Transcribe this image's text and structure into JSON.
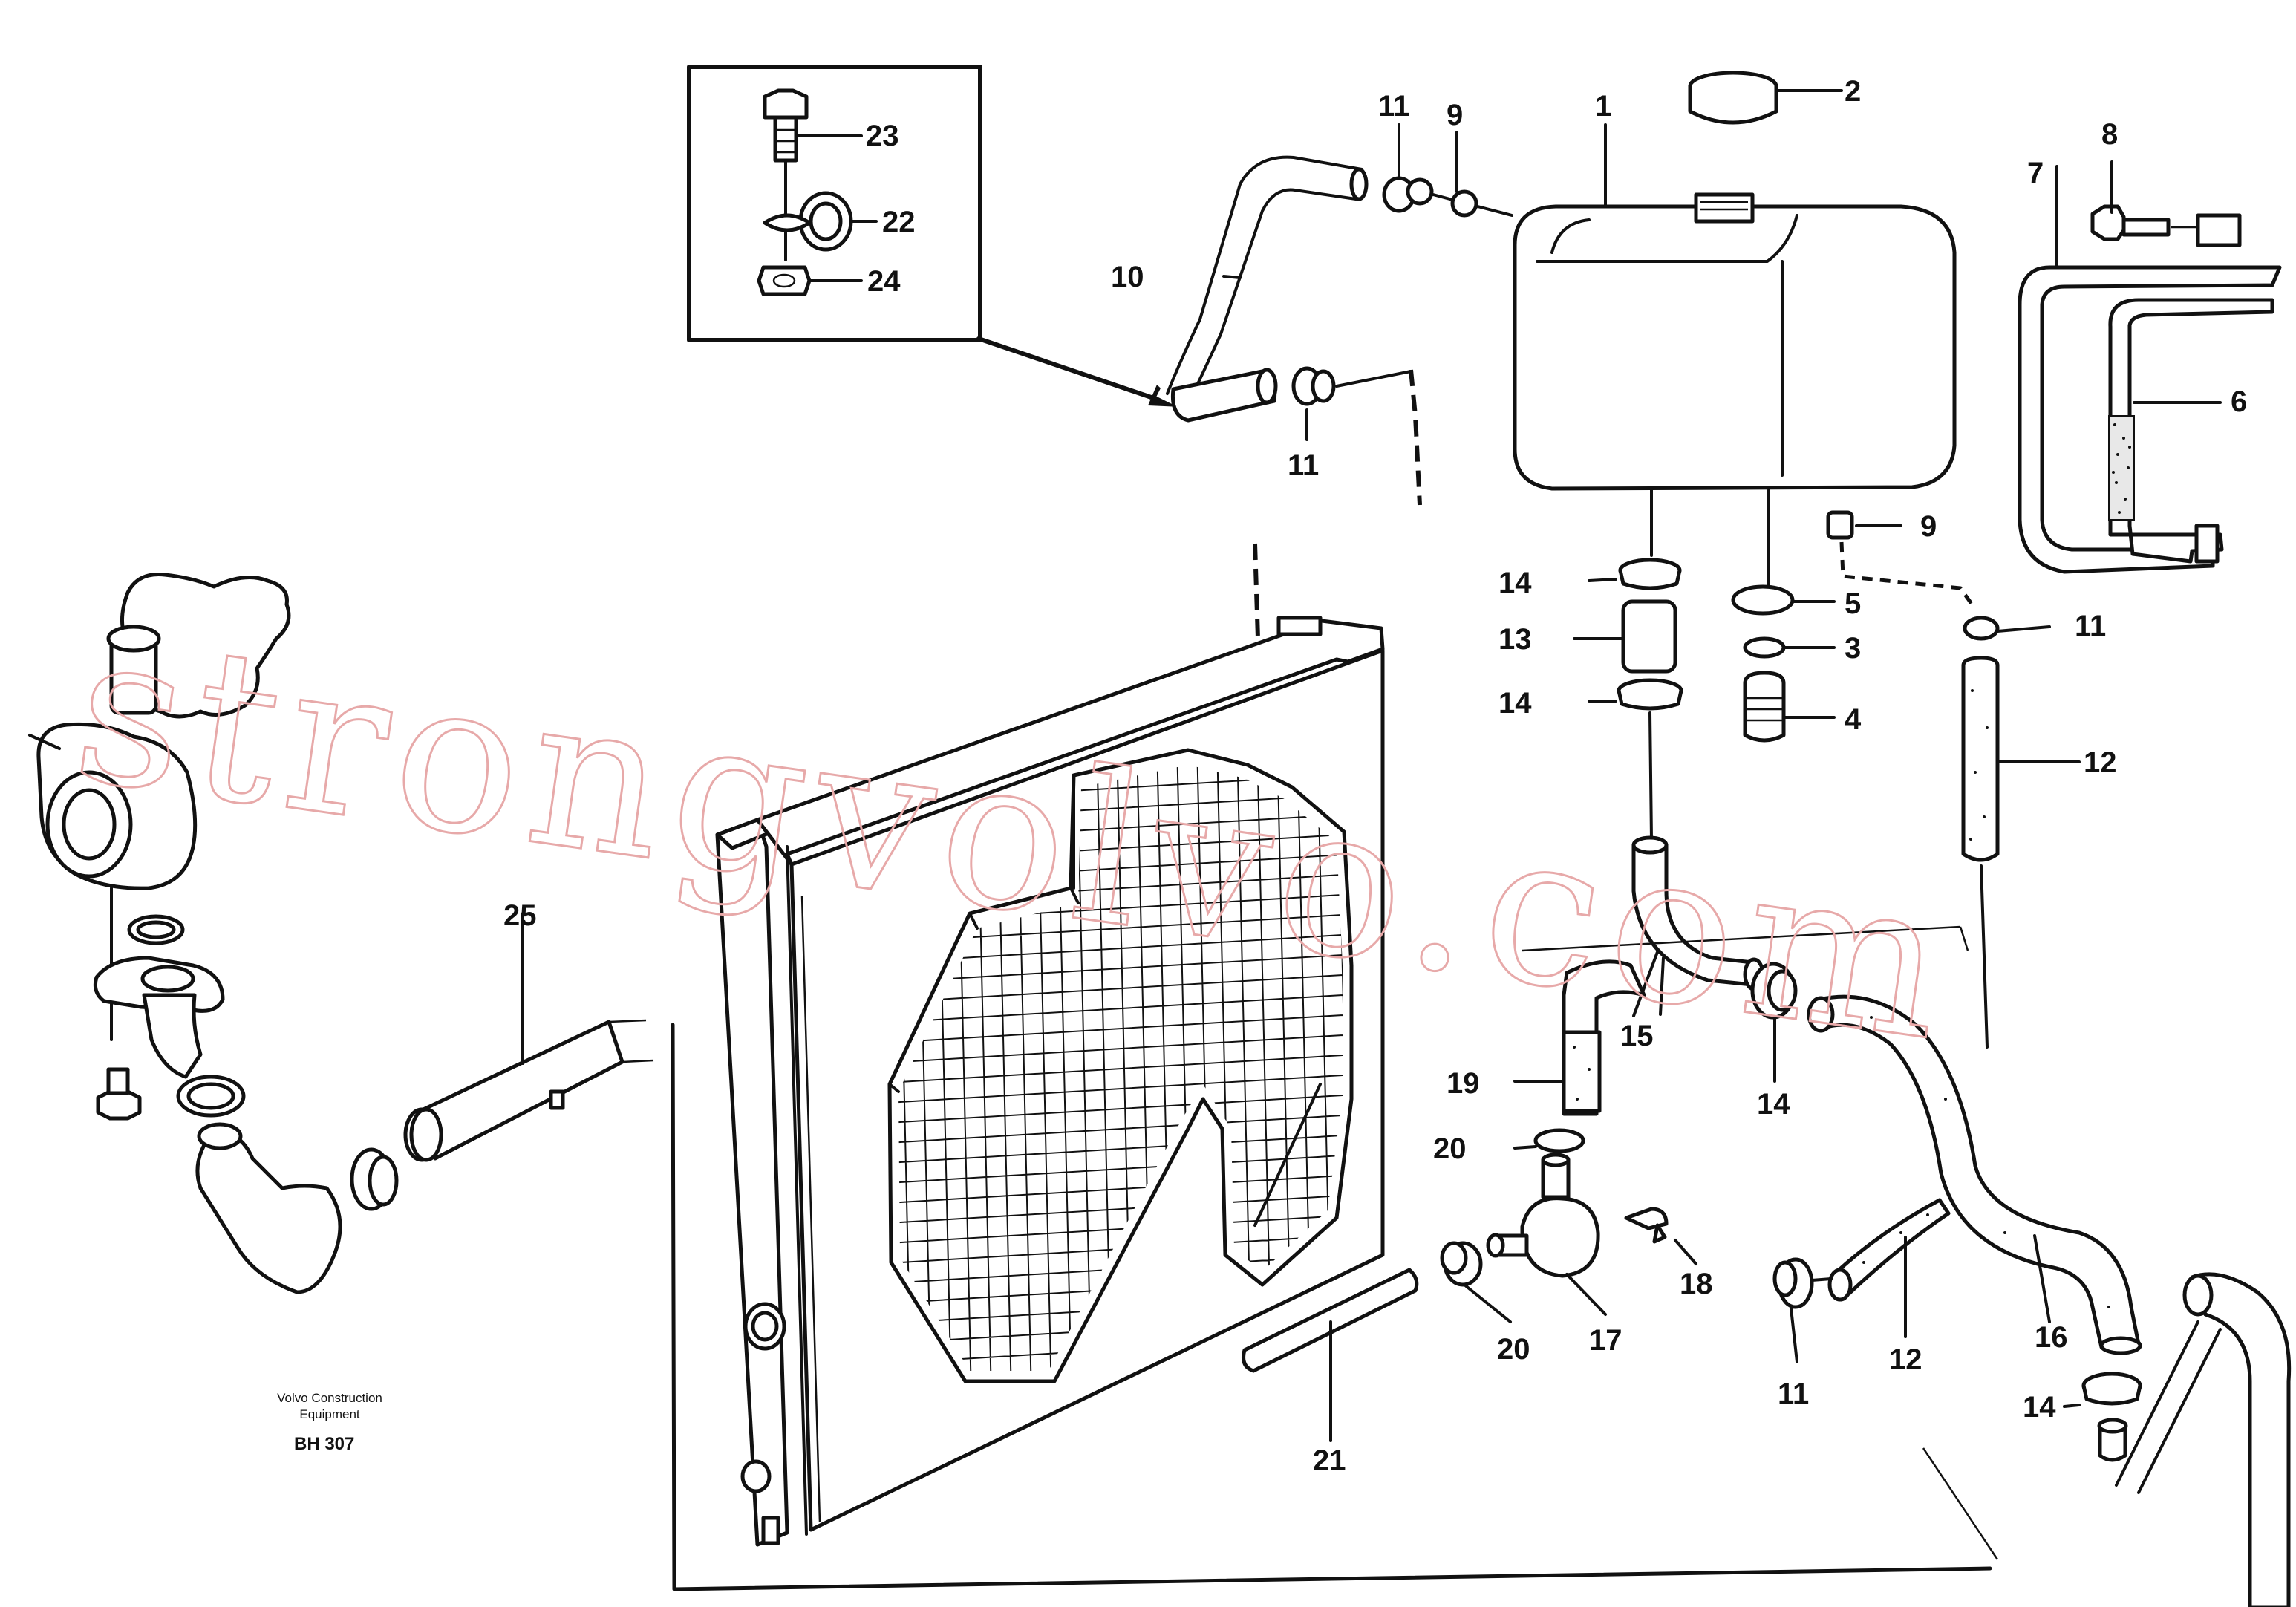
{
  "diagram": {
    "callouts": [
      {
        "id": "c1",
        "text": "1"
      },
      {
        "id": "c2",
        "text": "2"
      },
      {
        "id": "c3",
        "text": "3"
      },
      {
        "id": "c4",
        "text": "4"
      },
      {
        "id": "c5",
        "text": "5"
      },
      {
        "id": "c6",
        "text": "6"
      },
      {
        "id": "c7",
        "text": "7"
      },
      {
        "id": "c8",
        "text": "8"
      },
      {
        "id": "c9a",
        "text": "9"
      },
      {
        "id": "c9b",
        "text": "9"
      },
      {
        "id": "c10",
        "text": "10"
      },
      {
        "id": "c11a",
        "text": "11"
      },
      {
        "id": "c11b",
        "text": "11"
      },
      {
        "id": "c11c",
        "text": "11"
      },
      {
        "id": "c11d",
        "text": "11"
      },
      {
        "id": "c12a",
        "text": "12"
      },
      {
        "id": "c12b",
        "text": "12"
      },
      {
        "id": "c13",
        "text": "13"
      },
      {
        "id": "c14a",
        "text": "14"
      },
      {
        "id": "c14b",
        "text": "14"
      },
      {
        "id": "c14c",
        "text": "14"
      },
      {
        "id": "c14d",
        "text": "14"
      },
      {
        "id": "c15",
        "text": "15"
      },
      {
        "id": "c16",
        "text": "16"
      },
      {
        "id": "c17",
        "text": "17"
      },
      {
        "id": "c18",
        "text": "18"
      },
      {
        "id": "c19",
        "text": "19"
      },
      {
        "id": "c20a",
        "text": "20"
      },
      {
        "id": "c20b",
        "text": "20"
      },
      {
        "id": "c21",
        "text": "21"
      },
      {
        "id": "c22",
        "text": "22"
      },
      {
        "id": "c23",
        "text": "23"
      },
      {
        "id": "c24",
        "text": "24"
      },
      {
        "id": "c25",
        "text": "25"
      }
    ],
    "caption_line1": "Volvo Construction",
    "caption_line2": "Equipment",
    "drawing_number": "BH 307"
  },
  "watermark": "strongvolvo.com"
}
